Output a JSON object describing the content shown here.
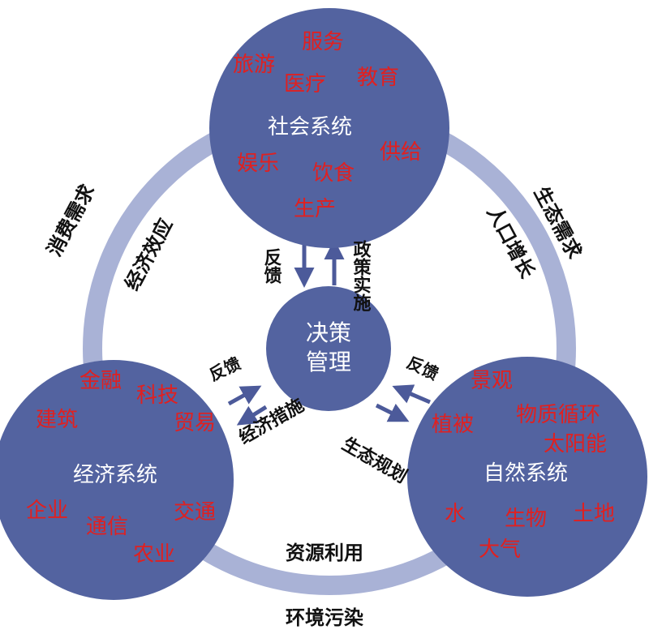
{
  "colors": {
    "circle": "#5363a0",
    "ring": "#a9b2d6",
    "arrow": "#4c5a9a",
    "subsystem_text": "#e02020",
    "label_text": "#ffffff",
    "relation_text": "#111111"
  },
  "social": {
    "title": "社会系统",
    "items": [
      "服务",
      "旅游",
      "医疗",
      "教育",
      "娱乐",
      "饮食",
      "供给",
      "生产"
    ]
  },
  "economic": {
    "title": "经济系统",
    "items": [
      "金融",
      "科技",
      "建筑",
      "贸易",
      "企业",
      "通信",
      "交通",
      "农业"
    ]
  },
  "natural": {
    "title": "自然系统",
    "items": [
      "景观",
      "植被",
      "物质循环",
      "太阳能",
      "水",
      "生物",
      "土地",
      "大气"
    ]
  },
  "center": {
    "line1": "决策",
    "line2": "管理"
  },
  "flows": {
    "social_down": "反馈",
    "social_up": "政策实施",
    "econ_up": "反馈",
    "econ_down": "经济措施",
    "nat_up": "反馈",
    "nat_down": "生态规划"
  },
  "relations": {
    "left_outer": "消费需求",
    "left_inner": "经济效应",
    "right_outer": "生态需求",
    "right_inner": "人口增长",
    "bottom_inner": "资源利用",
    "bottom_outer": "环境污染"
  }
}
